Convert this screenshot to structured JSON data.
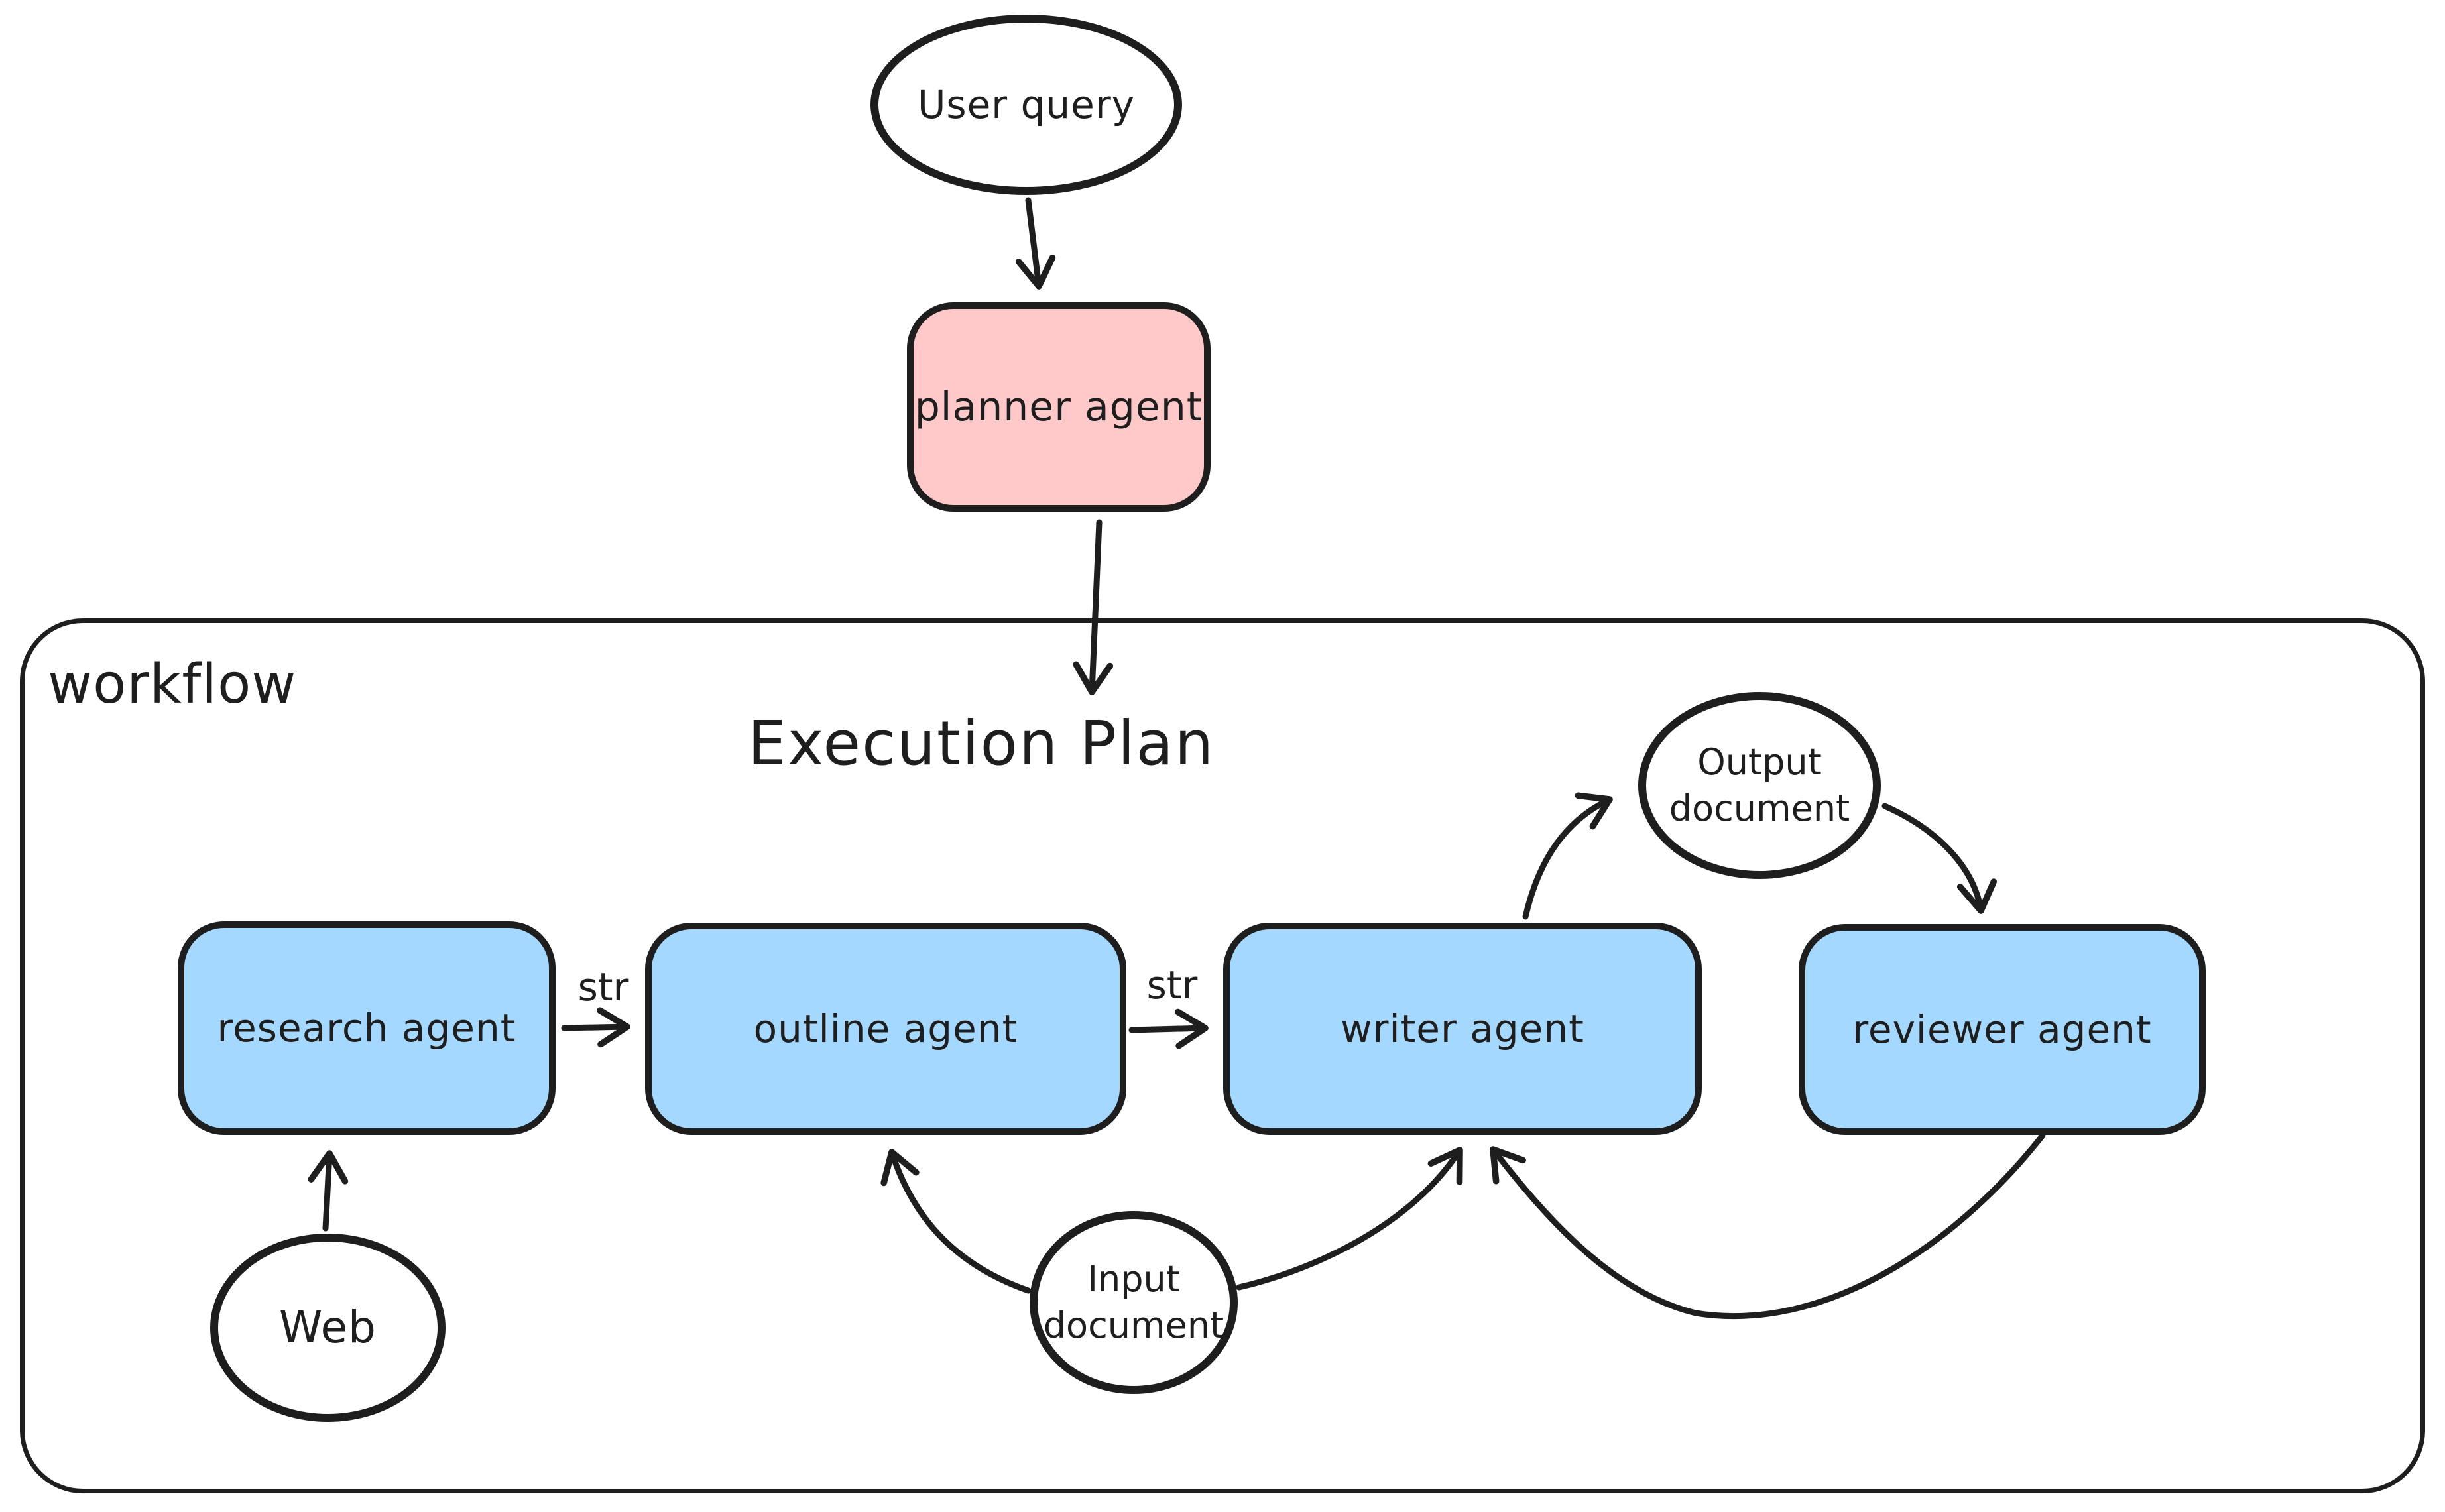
{
  "nodes": {
    "user_query": "User query",
    "planner_agent": "planner agent",
    "research_agent": "research agent",
    "outline_agent": "outline agent",
    "writer_agent": "writer agent",
    "reviewer_agent": "reviewer agent",
    "web": "Web",
    "input_document": "Input document",
    "output_document": "Output document"
  },
  "labels": {
    "workflow": "workflow",
    "execution_plan": "Execution Plan",
    "edge_research_to_outline": "str",
    "edge_outline_to_writer": "str"
  },
  "colors": {
    "stroke": "#1e1e1e",
    "agent_box_fill": "#a5d8ff",
    "planner_box_fill": "#ffc9c9",
    "background": "#ffffff"
  }
}
